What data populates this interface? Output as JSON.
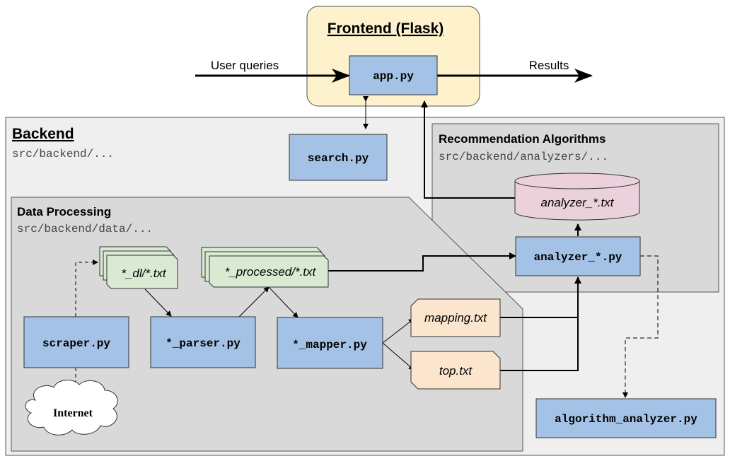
{
  "frontend": {
    "title": "Frontend (Flask)",
    "app": "app.py",
    "input_label": "User queries",
    "output_label": "Results"
  },
  "backend": {
    "title": "Backend",
    "path": "src/backend/...",
    "search": "search.py",
    "algorithm_analyzer": "algorithm_analyzer.py"
  },
  "recommendation": {
    "title": "Recommendation Algorithms",
    "path": "src/backend/analyzers/...",
    "analyzer_txt": "analyzer_*.txt",
    "analyzer_py": "analyzer_*.py"
  },
  "data_processing": {
    "title": "Data Processing",
    "path": "src/backend/data/...",
    "dl_files": "*_dl/*.txt",
    "processed_files": "*_processed/*.txt",
    "scraper": "scraper.py",
    "parser": "*_parser.py",
    "mapper": "*_mapper.py",
    "mapping": "mapping.txt",
    "top": "top.txt",
    "internet": "Internet"
  },
  "colors": {
    "frontend_bg": "#fef2cc",
    "backend_bg": "#efefef",
    "inner_bg": "#d9d9d9",
    "component": "#a4c2e6",
    "data_file": "#d9ead3",
    "output_file": "#fbe5cd",
    "database": "#ead1dc"
  }
}
